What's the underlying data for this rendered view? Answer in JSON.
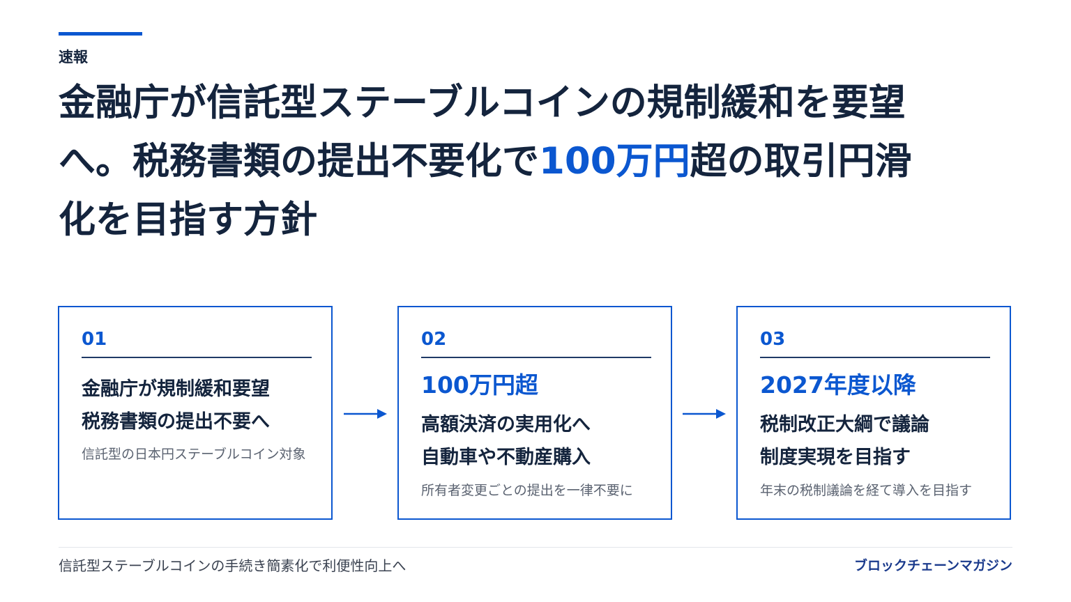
{
  "colors": {
    "accent": "#0b57d0",
    "text": "#14243d",
    "muted": "#5a6270",
    "brand": "#1a3a8c"
  },
  "category": "速報",
  "headline": {
    "before": "金融庁が信託型ステーブルコインの規制緩和を要望へ。税務書類の提出不要化で",
    "highlight": "100万円",
    "after": "超の取引円滑化を目指す方針"
  },
  "cards": [
    {
      "number": "01",
      "big": "",
      "lines": [
        "金融庁が規制緩和要望",
        "税務書類の提出不要へ"
      ],
      "note": "信託型の日本円ステーブルコイン対象"
    },
    {
      "number": "02",
      "big": "100万円超",
      "lines": [
        "高額決済の実用化へ",
        "自動車や不動産購入"
      ],
      "note": "所有者変更ごとの提出を一律不要に"
    },
    {
      "number": "03",
      "big": "2027年度以降",
      "lines": [
        "税制改正大綱で議論",
        "制度実現を目指す"
      ],
      "note": "年末の税制議論を経て導入を目指す"
    }
  ],
  "footer": {
    "caption": "信託型ステーブルコインの手続き簡素化で利便性向上へ",
    "brand": "ブロックチェーンマガジン"
  },
  "icons": {
    "arrow": "right-arrow-icon"
  }
}
